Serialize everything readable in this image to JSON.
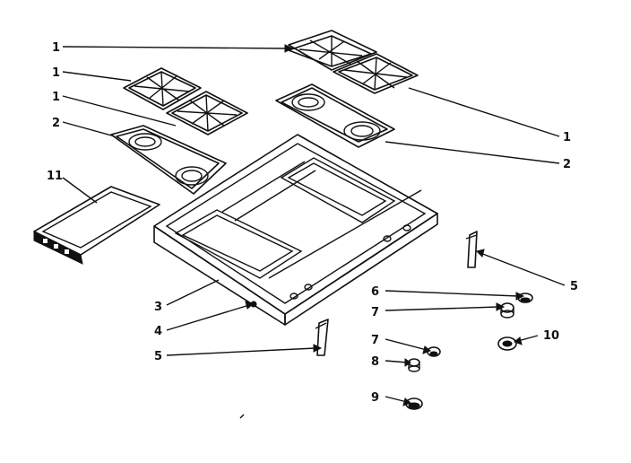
{
  "diagram": {
    "callouts": [
      {
        "id": "c-1-top",
        "text": "1"
      },
      {
        "id": "c-1-left-a",
        "text": "1"
      },
      {
        "id": "c-1-left-b",
        "text": "1"
      },
      {
        "id": "c-2-left",
        "text": "2"
      },
      {
        "id": "c-11",
        "text": "11"
      },
      {
        "id": "c-1-right",
        "text": "1"
      },
      {
        "id": "c-2-right",
        "text": "2"
      },
      {
        "id": "c-5-right",
        "text": "5"
      },
      {
        "id": "c-6",
        "text": "6"
      },
      {
        "id": "c-7-a",
        "text": "7"
      },
      {
        "id": "c-3",
        "text": "3"
      },
      {
        "id": "c-4",
        "text": "4"
      },
      {
        "id": "c-10",
        "text": "10"
      },
      {
        "id": "c-7-b",
        "text": "7"
      },
      {
        "id": "c-5-left",
        "text": "5"
      },
      {
        "id": "c-8",
        "text": "8"
      },
      {
        "id": "c-9",
        "text": "9"
      }
    ]
  }
}
